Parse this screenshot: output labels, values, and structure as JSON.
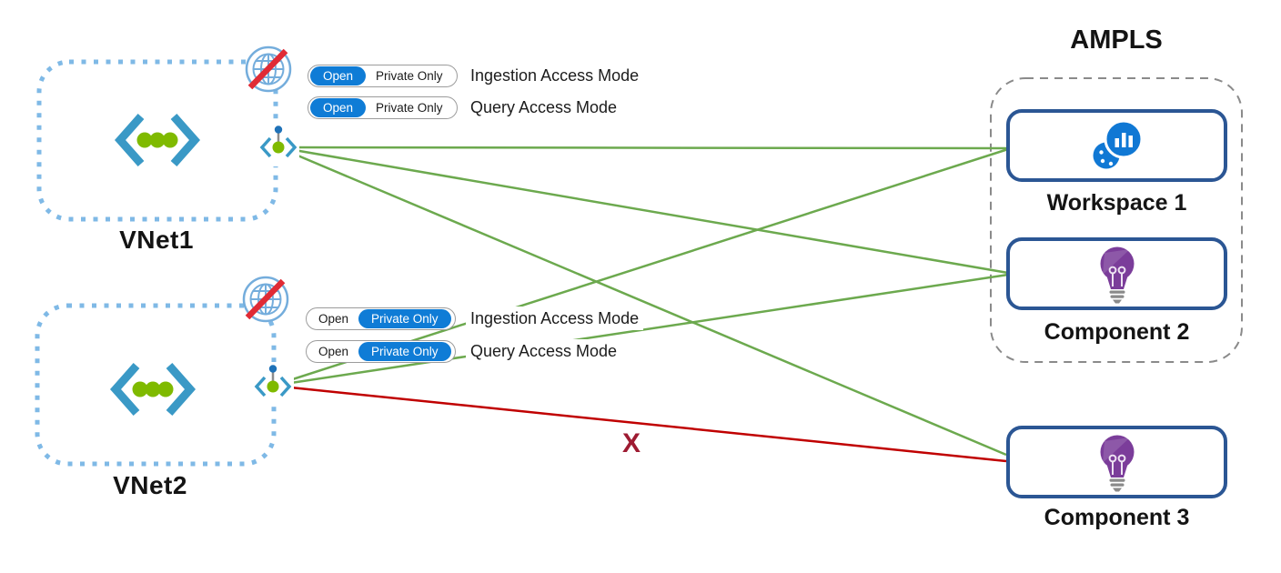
{
  "ampls": {
    "title": "AMPLS",
    "members": [
      "Workspace 1",
      "Component 2"
    ]
  },
  "vnets": [
    {
      "name": "VNet1",
      "ingestion_mode": "Open",
      "query_mode": "Open",
      "internet_access": "blocked"
    },
    {
      "name": "VNet2",
      "ingestion_mode": "Private Only",
      "query_mode": "Private Only",
      "internet_access": "blocked"
    }
  ],
  "toggle": {
    "open_label": "Open",
    "private_label": "Private Only",
    "ingestion_caption": "Ingestion Access Mode",
    "query_caption": "Query Access Mode"
  },
  "nodes": [
    {
      "label": "Workspace 1",
      "type": "log-analytics-workspace",
      "in_ampls": true
    },
    {
      "label": "Component 2",
      "type": "application-insights",
      "in_ampls": true
    },
    {
      "label": "Component 3",
      "type": "application-insights",
      "in_ampls": false
    }
  ],
  "blocked_marker": "X",
  "connections": [
    {
      "from": "VNet1",
      "to": "Workspace 1",
      "status": "allowed"
    },
    {
      "from": "VNet1",
      "to": "Component 2",
      "status": "allowed"
    },
    {
      "from": "VNet1",
      "to": "Component 3",
      "status": "allowed"
    },
    {
      "from": "VNet2",
      "to": "Workspace 1",
      "status": "allowed"
    },
    {
      "from": "VNet2",
      "to": "Component 2",
      "status": "allowed"
    },
    {
      "from": "VNet2",
      "to": "Component 3",
      "status": "blocked"
    }
  ],
  "colors": {
    "allowed_line": "#6CA94E",
    "blocked_line": "#C00000",
    "vnet_border": "#7FB9E6",
    "ampls_border": "#8A8A8A",
    "node_border": "#2B5694",
    "toggle_selected": "#0F7CD6"
  }
}
